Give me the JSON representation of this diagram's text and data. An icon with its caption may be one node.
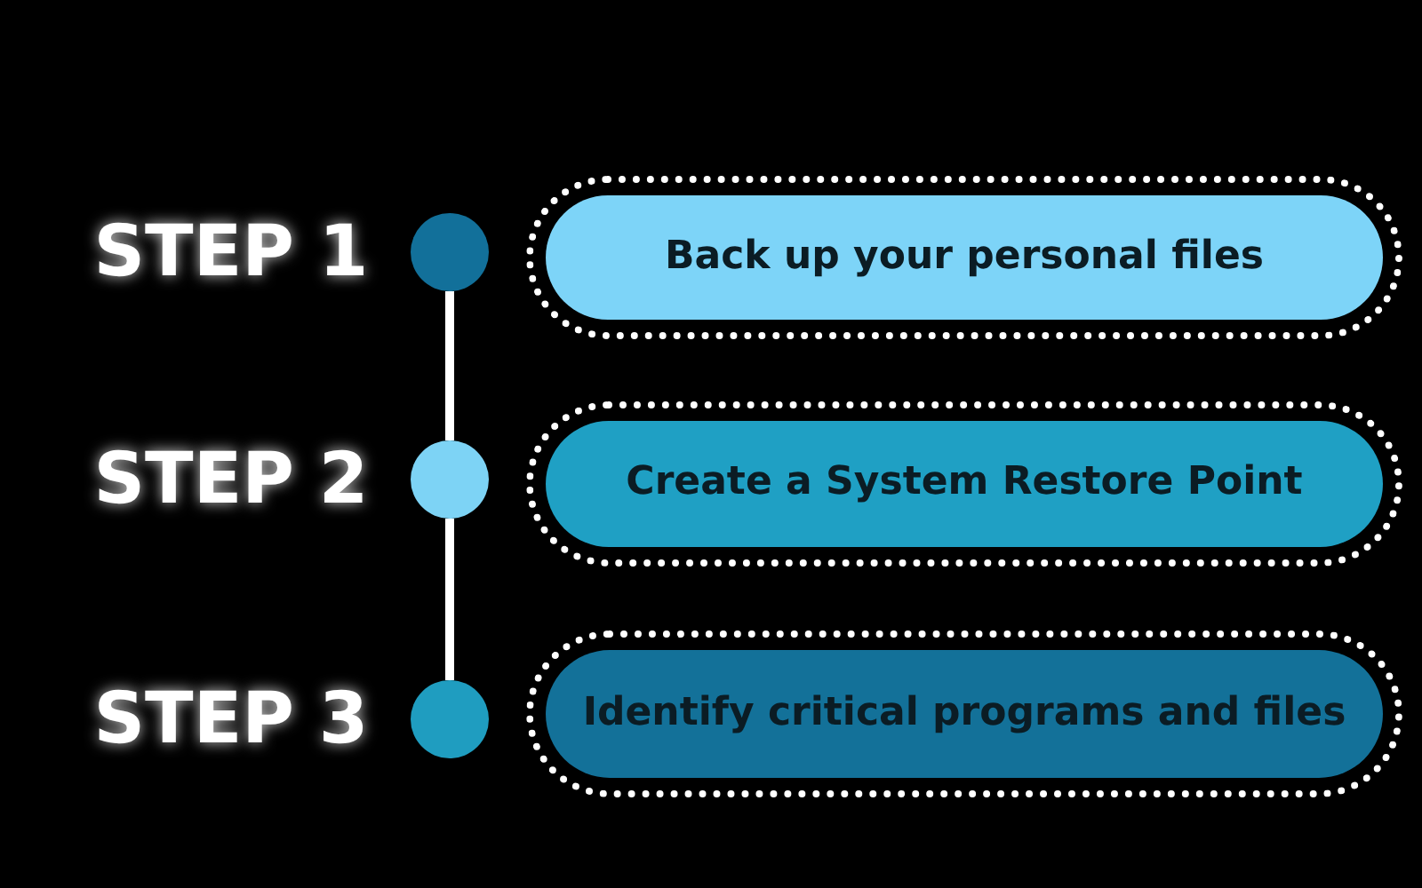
{
  "diagram": {
    "nodes": [
      {
        "text": [],
        "shape": "circle",
        "beside": [
          "STEP 1"
        ]
      },
      {
        "text": [],
        "shape": "circle",
        "beside": [
          "STEP 2"
        ]
      },
      {
        "text": [],
        "shape": "circle",
        "beside": [
          "STEP 3"
        ]
      },
      {
        "text": [
          "Back up your personal files"
        ]
      },
      {
        "text": [
          "Create a System Restore Point"
        ]
      },
      {
        "text": [
          "Identify critical programs and files"
        ]
      }
    ],
    "edges": [
      {
        "from": 0,
        "to": 1,
        "arrow": "none",
        "color": "#ffffff"
      },
      {
        "from": 1,
        "to": 2,
        "arrow": "none",
        "color": "#ffffff"
      }
    ]
  }
}
